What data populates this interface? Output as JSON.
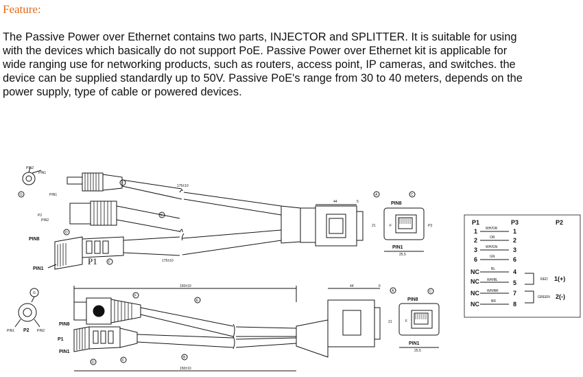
{
  "feature": {
    "title": "Feature:",
    "lines": [
      "The Passive Power over Ethernet contains two parts, INJECTOR and SPLITTER. It is suitable for using",
      "with the devices which basically do not support PoE. Passive Power over Ethernet kit is applicable for",
      "wide ranging use for networking products, such as routers, access point, IP cameras, and switches. the",
      "device can be supplied standardly up to 50V. Passive PoE's range from 30 to 40 meters, depends on the",
      "power supply, type of cable or powered devices."
    ]
  },
  "diagram": {
    "top": {
      "pin2": "PIN2",
      "pin1_a": "PIN1",
      "g": "G",
      "f": "F",
      "pin1_b": "PIN1",
      "p2": "P2",
      "pin2_b": "PIN2",
      "length_top": "175±10",
      "e": "E",
      "pin8": "PIN8",
      "d": "D",
      "p1": "P1",
      "f2": "F",
      "pin1_c": "PIN1",
      "length_bottom": "175±10",
      "dim44": "44",
      "dim5": "5"
    },
    "bottom": {
      "g": "G",
      "pin1": "PIN1",
      "p2": "P2",
      "pin2": "PIN2",
      "pin8": "PIN8",
      "p1": "P1",
      "pin1_b": "PIN1",
      "f": "F",
      "e": "E",
      "d": "D",
      "f2": "F",
      "b": "B",
      "length_top": "150±10",
      "length_bottom": "150±10",
      "dim44": "44",
      "dim6": "6"
    },
    "jack_top": {
      "a": "A",
      "c": "C",
      "pin8": "PIN8",
      "f": "F",
      "pin1": "PIN1",
      "p3": "P3",
      "w": "25.5",
      "h": "21"
    },
    "jack_bottom": {
      "a": "A",
      "c": "C",
      "pin8": "PIN8",
      "f": "F",
      "pin1": "PIN1",
      "w": "25.5",
      "h": "21"
    },
    "pinout": {
      "headers": [
        "P1",
        "P3",
        "P2"
      ],
      "rows": [
        {
          "p1": "1",
          "wire": "WH/OR",
          "p3": "1"
        },
        {
          "p1": "2",
          "wire": "OR",
          "p3": "2"
        },
        {
          "p1": "3",
          "wire": "WH/GN",
          "p3": "3"
        },
        {
          "p1": "6",
          "wire": "GN",
          "p3": "6"
        },
        {
          "p1": "NC",
          "wire": "BL",
          "p3": "4"
        },
        {
          "p1": "NC",
          "wire": "WH/BL",
          "p3": "5"
        },
        {
          "p1": "NC",
          "wire": "WH/BR",
          "p3": "7"
        },
        {
          "p1": "NC",
          "wire": "BR",
          "p3": "8"
        }
      ],
      "red": "RED",
      "red_val": "1(+)",
      "green": "GREEN",
      "green_val": "2(-)"
    }
  }
}
